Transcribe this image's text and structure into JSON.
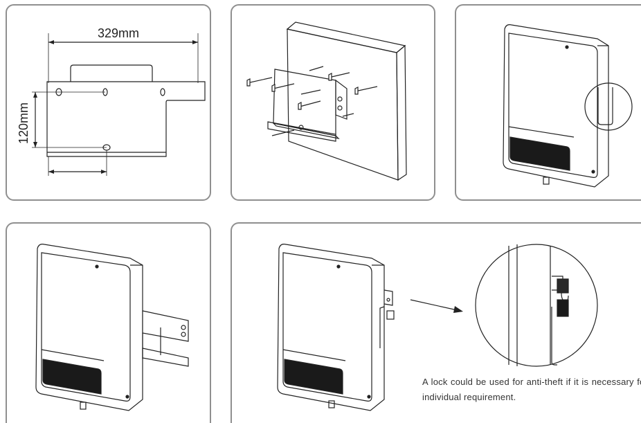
{
  "dimensions": {
    "width_label": "329mm",
    "height_label": "120mm"
  },
  "note": {
    "text": "A lock could be used for anti-theft if it is necessary for individual requirement."
  },
  "colors": {
    "frame": "#8f8f8f",
    "line": "#222222",
    "display_panel": "#1a1a1a"
  }
}
